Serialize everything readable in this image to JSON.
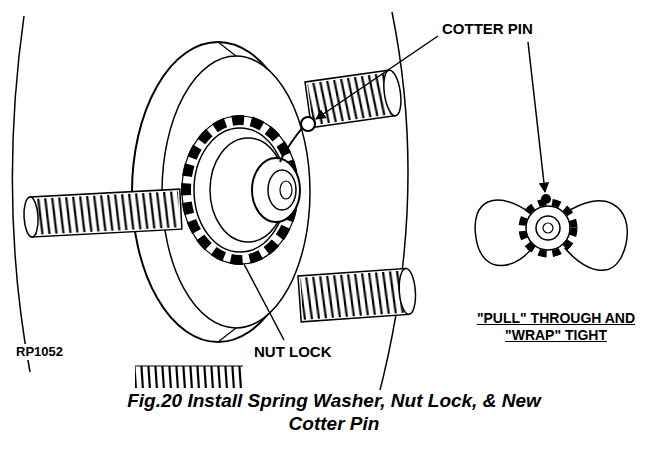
{
  "diagram": {
    "caption": "Fig.20 Install Spring Washer, Nut Lock, & New Cotter Pin",
    "labels": [
      "COTTER PIN",
      "\"PULL\" THROUGH AND \"WRAP\" TIGHT",
      "RP1052",
      "NUT LOCK"
    ]
  }
}
